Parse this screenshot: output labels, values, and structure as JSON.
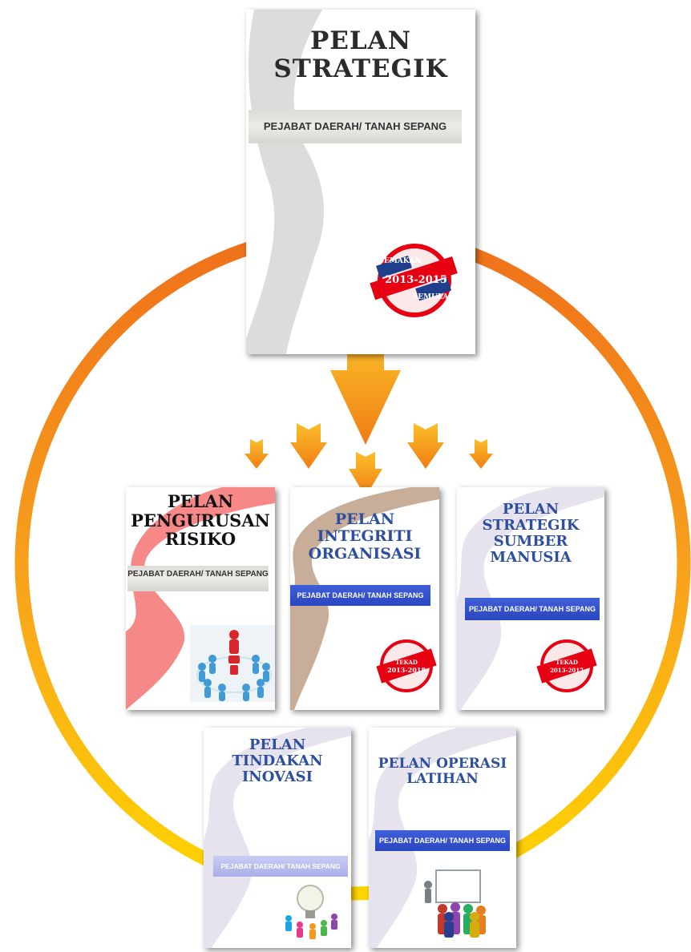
{
  "colors": {
    "ring_top": "#ef7a1c",
    "ring_bottom": "#ffd400",
    "arrow": "#f7a21c",
    "stamp_red": "#e60012",
    "title_black": "#1a1a1a",
    "title_blue": "#2d4f9e",
    "band_blue": "#2e4ac6"
  },
  "main_plan": {
    "title_line1": "PELAN",
    "title_line2": "STRATEGIK",
    "band": "PEJABAT DAERAH/ TANAH SEPANG",
    "stamp_top": "SEMAKAN",
    "stamp_mid": "2013-2015",
    "stamp_bottom": "SEMULA"
  },
  "risk_plan": {
    "title_line1": "PELAN",
    "title_line2": "PENGURUSAN",
    "title_line3": "RISIKO",
    "band": "PEJABAT DAERAH/ TANAH SEPANG",
    "illustration": "people-circle-icon"
  },
  "integrity_plan": {
    "title_line1": "PELAN",
    "title_line2": "INTEGRITI",
    "title_line3": "ORGANISASI",
    "band": "PEJABAT DAERAH/ TANAH SEPANG",
    "stamp_top": "TEKAD",
    "stamp_mid": "2013-2018"
  },
  "hr_plan": {
    "title_line1": "PELAN",
    "title_line2": "STRATEGIK",
    "title_line3": "SUMBER",
    "title_line4": "MANUSIA",
    "band": "PEJABAT DAERAH/ TANAH SEPANG",
    "stamp_top": "TEKAD",
    "stamp_mid": "2013-2017"
  },
  "innovation_plan": {
    "title_line1": "PELAN",
    "title_line2": "TINDAKAN",
    "title_line3": "INOVASI",
    "band": "PEJABAT DAERAH/ TANAH SEPANG",
    "illustration": "lightbulb-people-icon"
  },
  "training_plan": {
    "title_line1": "PELAN OPERASI",
    "title_line2": "LATIHAN",
    "band": "PEJABAT DAERAH/ TANAH SEPANG",
    "illustration": "training-audience-icon"
  }
}
